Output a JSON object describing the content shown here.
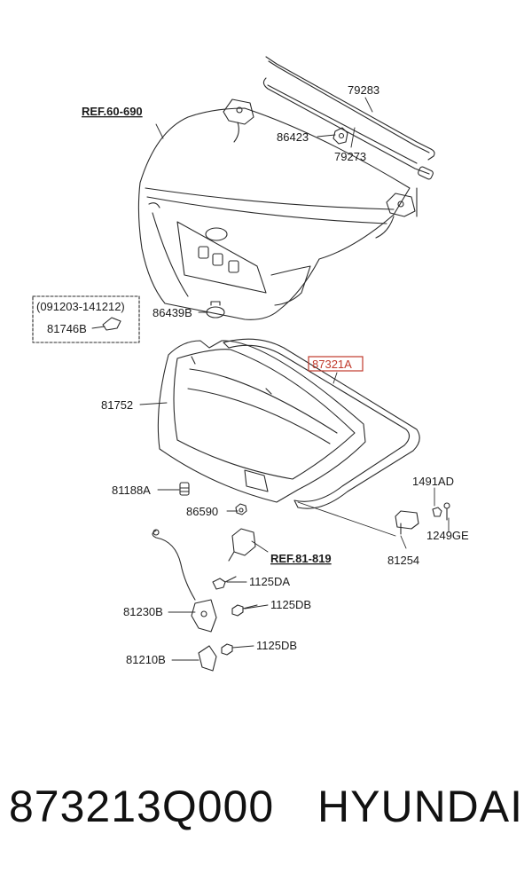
{
  "callouts": {
    "ref_60_690": "REF.60-690",
    "p79283": "79283",
    "p86423": "86423",
    "p79273": "79273",
    "date_range": "(091203-141212)",
    "p81746B": "81746B",
    "p86439B": "86439B",
    "p87321A": "87321A",
    "p81752": "81752",
    "p81188A": "81188A",
    "p86590": "86590",
    "p1491AD": "1491AD",
    "p1249GE": "1249GE",
    "p81254": "81254",
    "ref_81_819": "REF.81-819",
    "p1125DA": "1125DA",
    "p81230B": "81230B",
    "p1125DB_a": "1125DB",
    "p81210B": "81210B",
    "p1125DB_b": "1125DB"
  },
  "caption": {
    "part_number": "873213Q000",
    "brand": "HYUNDAI"
  },
  "colors": {
    "line": "#2b2b2b",
    "highlight": "#c0392b",
    "fill": "#ffffff"
  }
}
